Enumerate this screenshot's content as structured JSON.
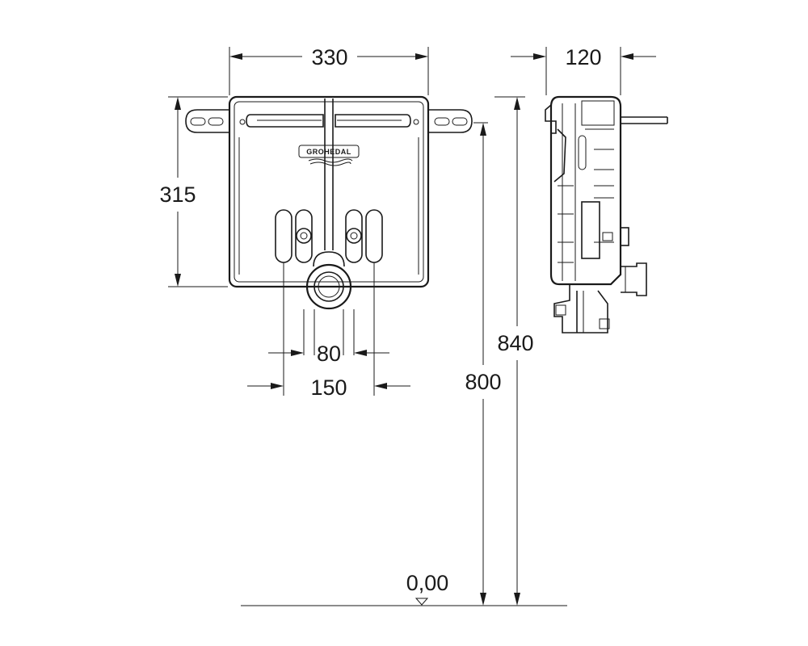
{
  "dimensions": {
    "width_front": "330",
    "depth_side": "120",
    "height_frame": "315",
    "pipe_spacing_inner": "80",
    "pipe_spacing_outer": "150",
    "height_800": "800",
    "height_840": "840",
    "floor_level": "0,00"
  },
  "brand": {
    "logo_text": "GROHEDAL"
  },
  "icons": {
    "floor_marker": "triangle-down-icon"
  },
  "colors": {
    "line": "#1a1a1a",
    "background": "#ffffff"
  }
}
